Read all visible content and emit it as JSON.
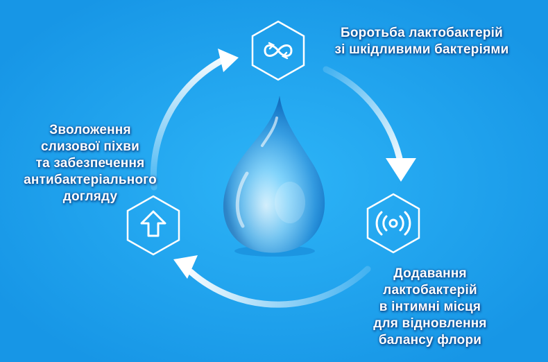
{
  "colors": {
    "background": "#1ea3f0",
    "line": "#ffffff",
    "drop": "#4fc3f7"
  },
  "steps": [
    {
      "icon": "infinity-cycle-icon",
      "lines": [
        "Боротьба лактобактерій",
        "зі шкідливими бактеріями"
      ]
    },
    {
      "icon": "signal-waves-icon",
      "lines": [
        "Додавання",
        "лактобактерій",
        "в інтимні місця",
        "для відновлення",
        "балансу флори"
      ]
    },
    {
      "icon": "up-arrow-icon",
      "lines": [
        "Зволоження",
        "слизової піхви",
        "та забезпечення",
        "антибактеріального",
        "догляду"
      ]
    }
  ]
}
